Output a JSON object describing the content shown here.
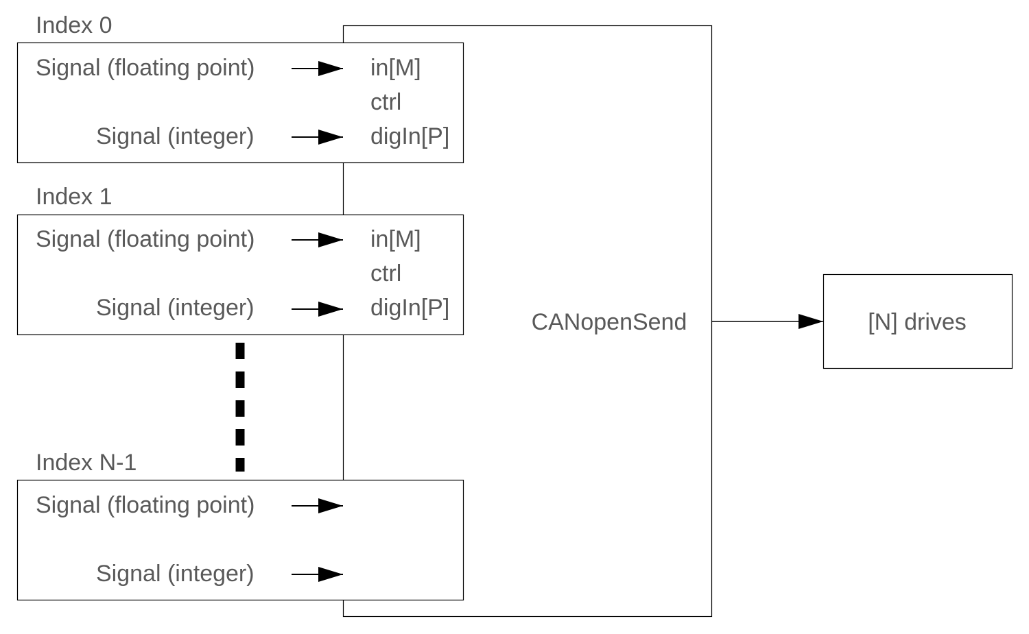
{
  "groups": [
    {
      "index_label": "Index 0",
      "signal_float": "Signal (floating point)",
      "signal_int": "Signal (integer)",
      "port_in": "in[M]",
      "port_ctrl": "ctrl",
      "port_digin": "digIn[P]"
    },
    {
      "index_label": "Index 1",
      "signal_float": "Signal (floating point)",
      "signal_int": "Signal (integer)",
      "port_in": "in[M]",
      "port_ctrl": "ctrl",
      "port_digin": "digIn[P]"
    },
    {
      "index_label": "Index N-1",
      "signal_float": "Signal (floating point)",
      "signal_int": "Signal (integer)"
    }
  ],
  "block": {
    "label": "CANopenSend"
  },
  "output": {
    "label": "[N] drives"
  },
  "colors": {
    "text": "#595959",
    "line": "#000000",
    "background": "#ffffff"
  }
}
